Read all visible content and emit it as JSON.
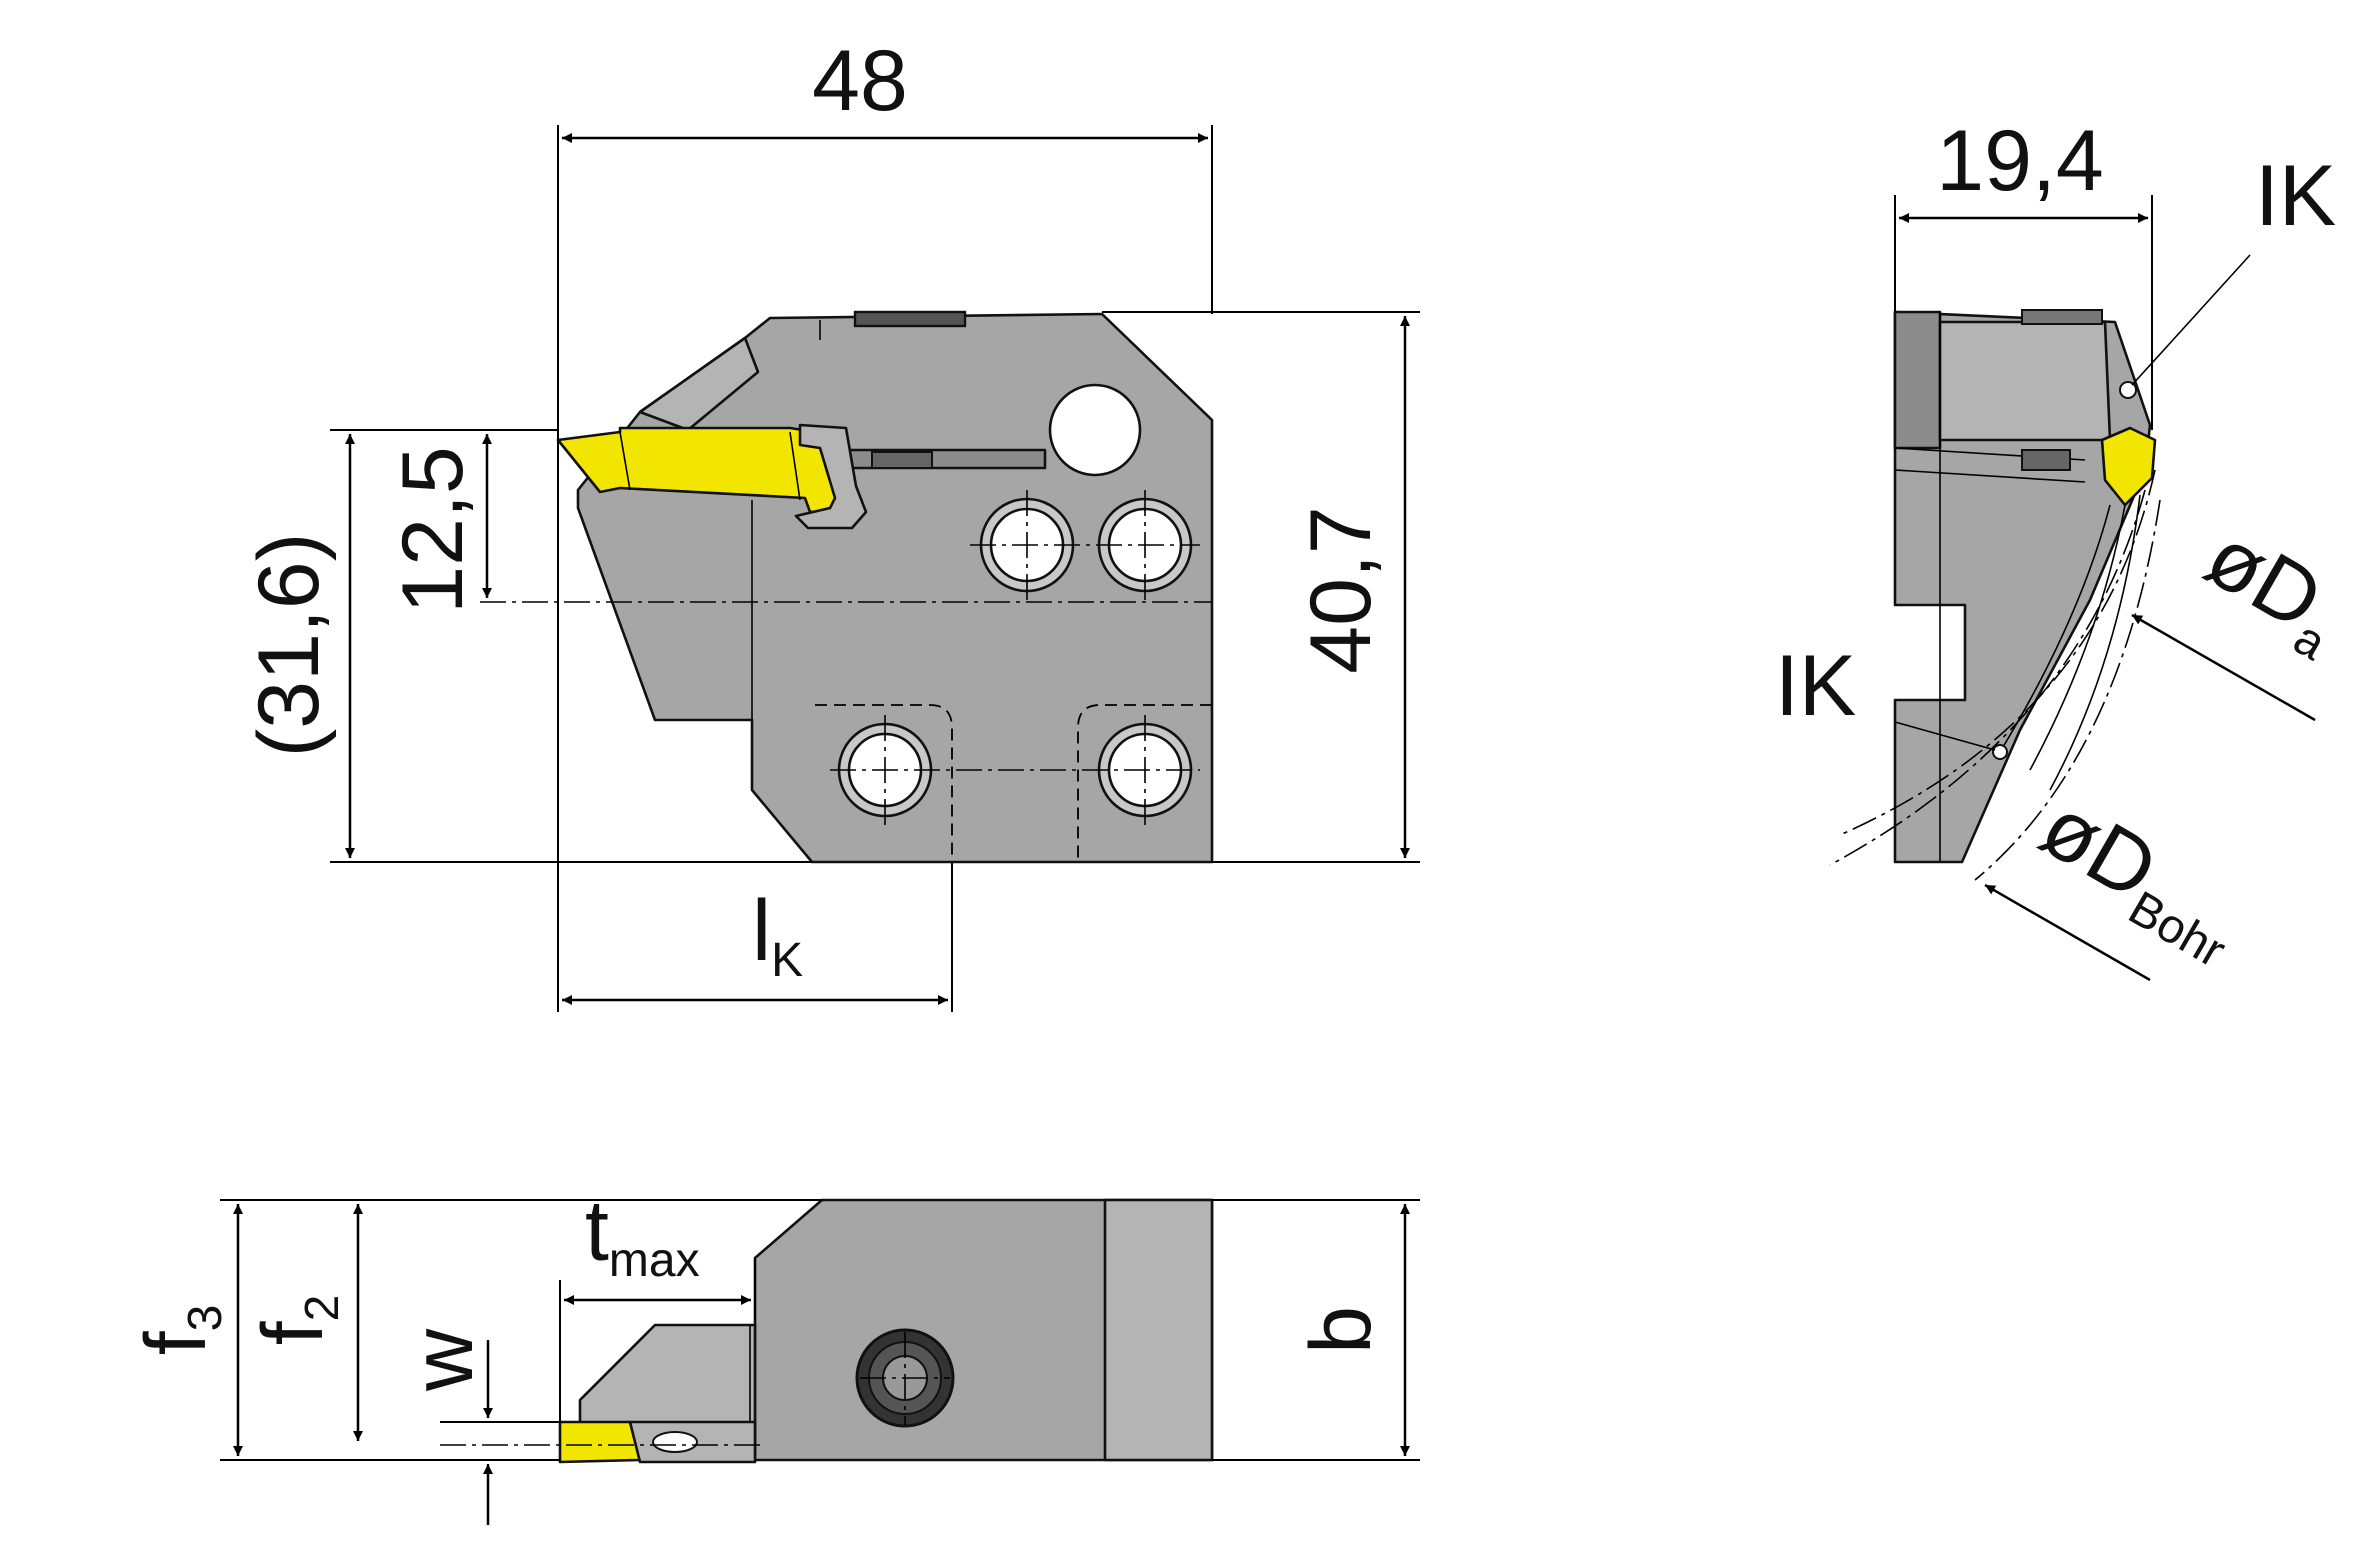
{
  "front_view": {
    "width_dim": "48",
    "height_dim": "40,7",
    "depth_dim": "12,5",
    "overall_height_dim": "(31,6)",
    "lk_main": "l",
    "lk_sub": "K"
  },
  "side_view": {
    "width_dim": "19,4",
    "ik_top": "IK",
    "ik_mid": "IK",
    "da_main": "øD",
    "da_sub": "a",
    "dbohr_main": "øD",
    "dbohr_sub": "Bohr"
  },
  "top_view": {
    "f3_main": "f",
    "f3_sub": "3",
    "f2_main": "f",
    "f2_sub": "2",
    "w_label": "w",
    "tmax_main": "t",
    "tmax_sub": "max",
    "b_label": "b"
  },
  "colors": {
    "body": "#a6a6a6",
    "insert": "#f2e600",
    "line": "#000000"
  }
}
